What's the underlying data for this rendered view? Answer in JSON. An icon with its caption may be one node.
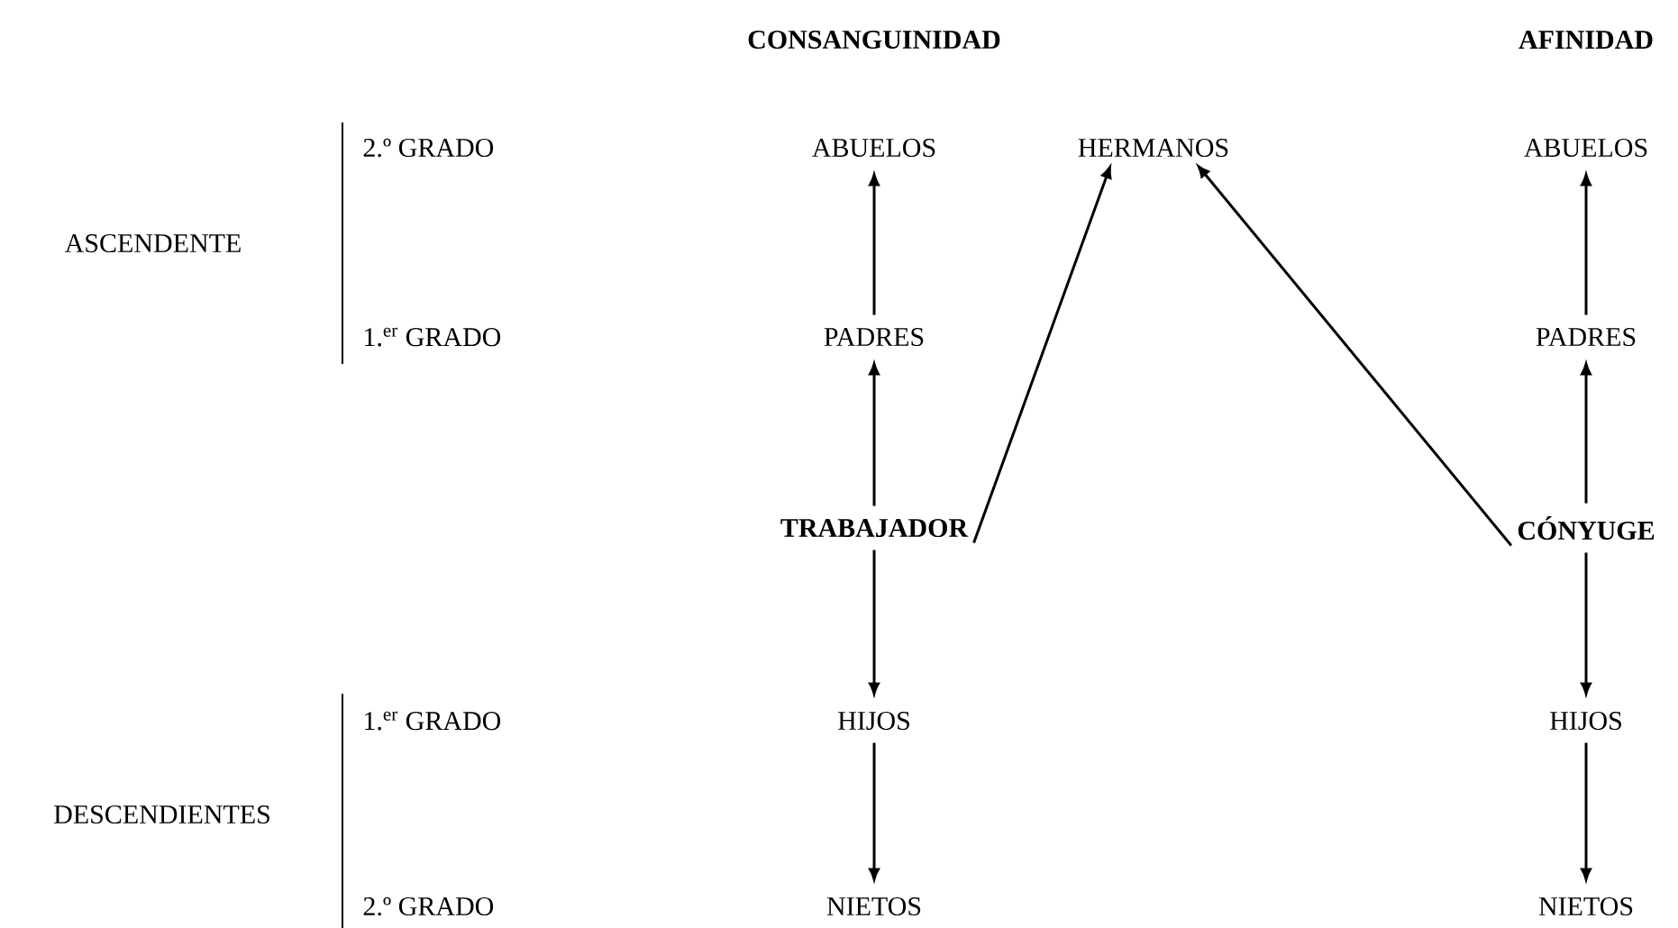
{
  "diagram": {
    "nodes": [
      {
        "text": [
          "ABUELOS"
        ]
      },
      {
        "text": [
          "HERMANOS"
        ]
      },
      {
        "text": [
          "ABUELOS"
        ]
      },
      {
        "text": [
          "PADRES"
        ]
      },
      {
        "text": [
          "PADRES"
        ]
      },
      {
        "text": [
          "TRABAJADOR"
        ]
      },
      {
        "text": [
          "CÓNYUGE"
        ]
      },
      {
        "text": [
          "HIJOS"
        ]
      },
      {
        "text": [
          "HIJOS"
        ]
      },
      {
        "text": [
          "NIETOS"
        ]
      },
      {
        "text": [
          "NIETOS"
        ]
      }
    ],
    "edges": [
      {
        "from": 3,
        "to": 0,
        "arrow": "to"
      },
      {
        "from": 5,
        "to": 3,
        "arrow": "to"
      },
      {
        "from": 5,
        "to": 7,
        "arrow": "to"
      },
      {
        "from": 7,
        "to": 9,
        "arrow": "to"
      },
      {
        "from": 4,
        "to": 2,
        "arrow": "to"
      },
      {
        "from": 6,
        "to": 4,
        "arrow": "to"
      },
      {
        "from": 6,
        "to": 8,
        "arrow": "to"
      },
      {
        "from": 8,
        "to": 10,
        "arrow": "to"
      },
      {
        "from": 5,
        "to": 1,
        "arrow": "to"
      },
      {
        "from": 6,
        "to": 1,
        "arrow": "to"
      }
    ],
    "labels": [
      "CONSANGUINIDAD",
      "AFINIDAD",
      "2.º GRADO",
      "ASCENDENTE",
      "1.$^{er}$ GRADO",
      "1.$^{er}$ GRADO",
      "DESCENDIENTES",
      "2.º GRADO"
    ]
  }
}
